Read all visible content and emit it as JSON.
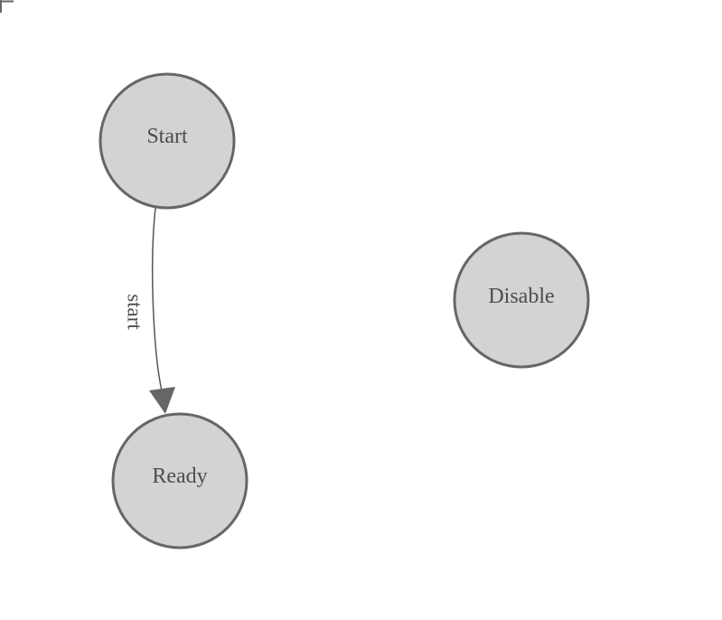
{
  "diagram": {
    "type": "state-machine-graph",
    "nodes": [
      {
        "id": "start",
        "label": "Start"
      },
      {
        "id": "ready",
        "label": "Ready"
      },
      {
        "id": "disable",
        "label": "Disable"
      }
    ],
    "edges": [
      {
        "from": "start",
        "to": "ready",
        "label": "start"
      }
    ],
    "colors": {
      "background": "#ffffff",
      "node_fill": "#d3d3d3",
      "node_stroke": "#666666",
      "label_text": "#4d4d4d",
      "edge_stroke": "#555555",
      "arrowhead_fill": "#666666",
      "corner_mark": "#666666"
    }
  }
}
